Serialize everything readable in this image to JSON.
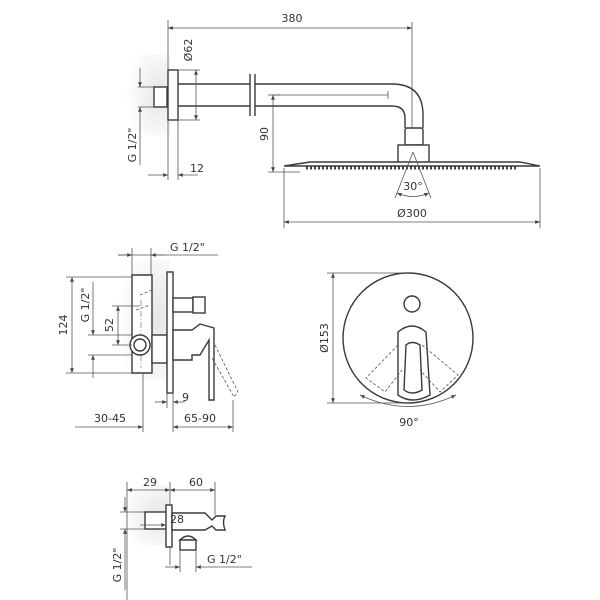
{
  "drawing": {
    "shower_arm": {
      "length": "380",
      "flange_diameter": "Ø62",
      "thread": "G 1/2\"",
      "flange_thickness": "12",
      "height": "90",
      "spray_angle": "30°",
      "head_diameter": "Ø300"
    },
    "mixer_valve": {
      "top_thread": "G 1/2\"",
      "height": "124",
      "side_thread": "G 1/2\"",
      "outlet_offset": "52",
      "plate_thickness": "9",
      "wall_depth": "30-45",
      "projection": "65-90"
    },
    "cover_plate": {
      "diameter": "Ø153",
      "rotation_angle": "90°"
    },
    "wall_outlet": {
      "depth": "29",
      "length": "60",
      "offset": "28",
      "bottom_thread": "G 1/2\"",
      "side_thread": "G 1/2\""
    }
  }
}
